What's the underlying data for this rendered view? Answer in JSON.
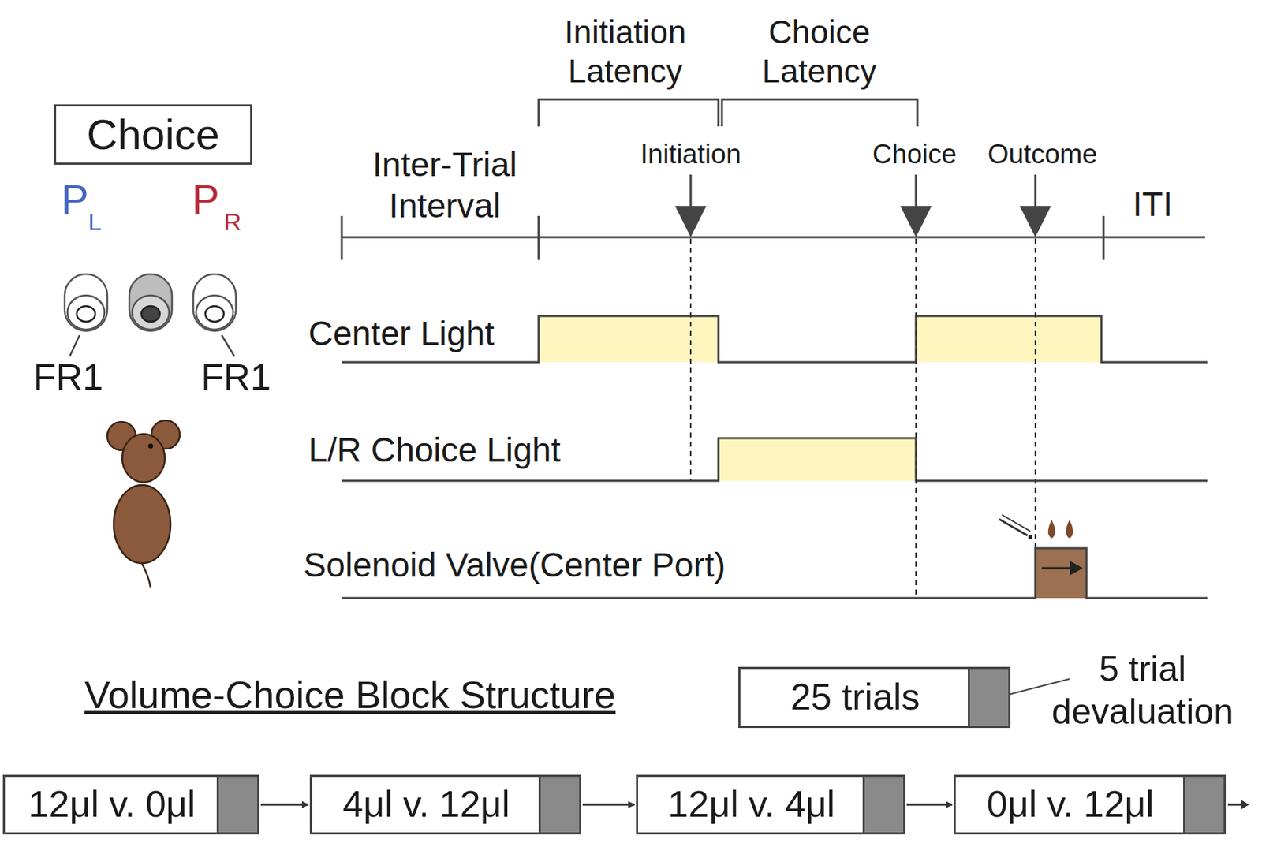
{
  "diagram": {
    "nodes": [
      {
        "text": [
          "Choice"
        ]
      },
      {
        "text": [
          "25 trials"
        ]
      },
      {
        "text": [
          "12μl v. 0μl"
        ]
      },
      {
        "text": [
          "4μl v. 12μl"
        ]
      },
      {
        "text": [
          "12μl v. 4μl"
        ]
      },
      {
        "text": [
          "0μl v. 12μl"
        ]
      }
    ],
    "edges": [
      {
        "from": 2,
        "to": 3,
        "arrow": "to"
      },
      {
        "from": 3,
        "to": 4,
        "arrow": "to"
      },
      {
        "from": 4,
        "to": 5,
        "arrow": "to"
      }
    ],
    "labels": [
      "P",
      "L",
      "P",
      "R",
      "FR1",
      "FR1",
      "Initiation Latency",
      "Choice Latency",
      "Inter-Trial Interval",
      "Initiation",
      "Choice",
      "Outcome",
      "ITI",
      "Center Light",
      "L/R Choice Light",
      "Solenoid Valve(Center Port)",
      "Volume-Choice Block Structure",
      "5 trial devaluation"
    ]
  }
}
